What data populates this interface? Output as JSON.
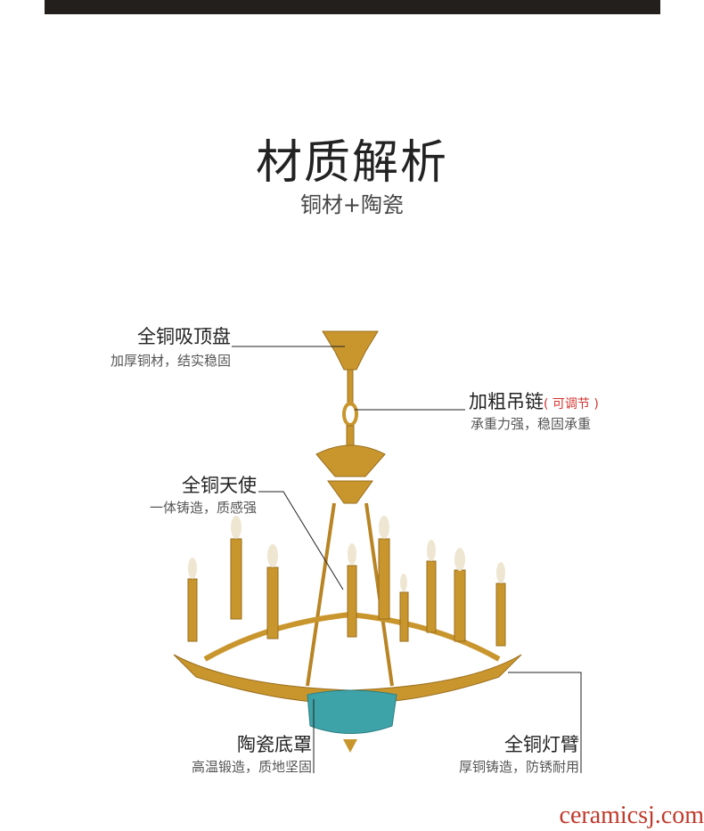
{
  "header": {
    "title": "材质解析",
    "subtitle": "铜材+陶瓷"
  },
  "callouts": [
    {
      "title": "全铜吸顶盘",
      "desc": "加厚铜材，结实稳固"
    },
    {
      "title": "加粗吊链",
      "note": "( 可调节 )",
      "desc": "承重力强，稳固承重"
    },
    {
      "title": "全铜天使",
      "desc": "一体铸造，质感强"
    },
    {
      "title": "陶瓷底罩",
      "desc": "高温锻造，质地坚固"
    },
    {
      "title": "全铜灯臂",
      "desc": "厚铜铸造，防锈耐用"
    }
  ],
  "watermark": "ceramicsj.com",
  "colors": {
    "gold": "#c9962e",
    "ceramic": "#3ea3a8",
    "note": "#d2322d"
  }
}
